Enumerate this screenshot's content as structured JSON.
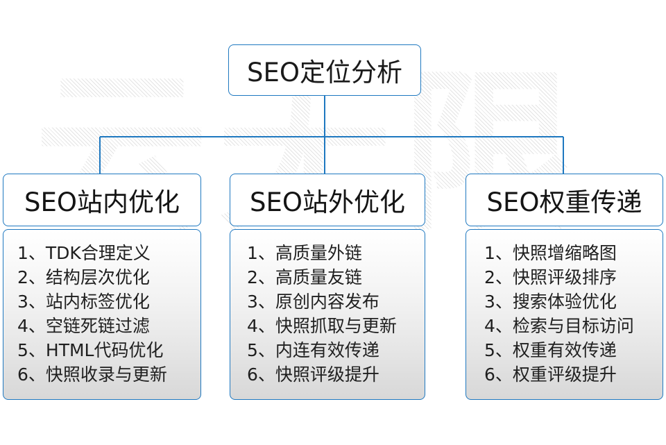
{
  "root": {
    "label": "SEO定位分析"
  },
  "watermark": {
    "text": "云无限"
  },
  "colors": {
    "border": "#1e78c0",
    "text": "#1a1a1a",
    "body_top": "#ffffff",
    "body_bottom": "#d8d8d8",
    "watermark": "#e4e4e4"
  },
  "branches": [
    {
      "title": "SEO站内优化",
      "items": [
        "1、TDK合理定义",
        "2、结构层次优化",
        "3、站内标签优化",
        "4、空链死链过滤",
        "5、HTML代码优化",
        "6、快照收录与更新"
      ]
    },
    {
      "title": "SEO站外优化",
      "items": [
        "1、高质量外链",
        "2、高质量友链",
        "3、原创内容发布",
        "4、快照抓取与更新",
        "5、内连有效传递",
        "6、快照评级提升"
      ]
    },
    {
      "title": "SEO权重传递",
      "items": [
        "1、快照增缩略图",
        "2、快照评级排序",
        "3、搜索体验优化",
        "4、检索与目标访问",
        "5、权重有效传递",
        "6、权重评级提升"
      ]
    }
  ]
}
